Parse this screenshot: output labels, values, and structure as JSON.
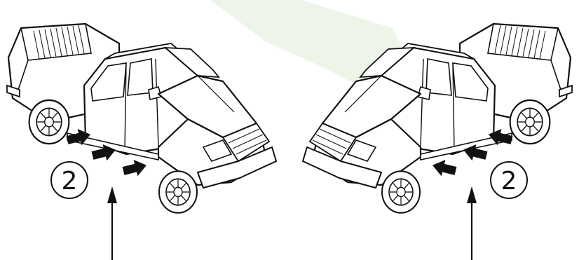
{
  "callouts": {
    "left": "2",
    "right": "2"
  },
  "illustration": {
    "subjects": [
      "pickup-truck-left-view",
      "pickup-truck-right-view"
    ],
    "arrow_icons": [
      "push-arrow-icon",
      "push-arrow-icon",
      "push-arrow-icon"
    ],
    "pointer_icons": [
      "up-pointer-arrow-icon"
    ],
    "colors": {
      "line": "#111111",
      "fill": "#ffffff",
      "arrow": "#111111",
      "watermark": "#e9f3e4"
    }
  }
}
